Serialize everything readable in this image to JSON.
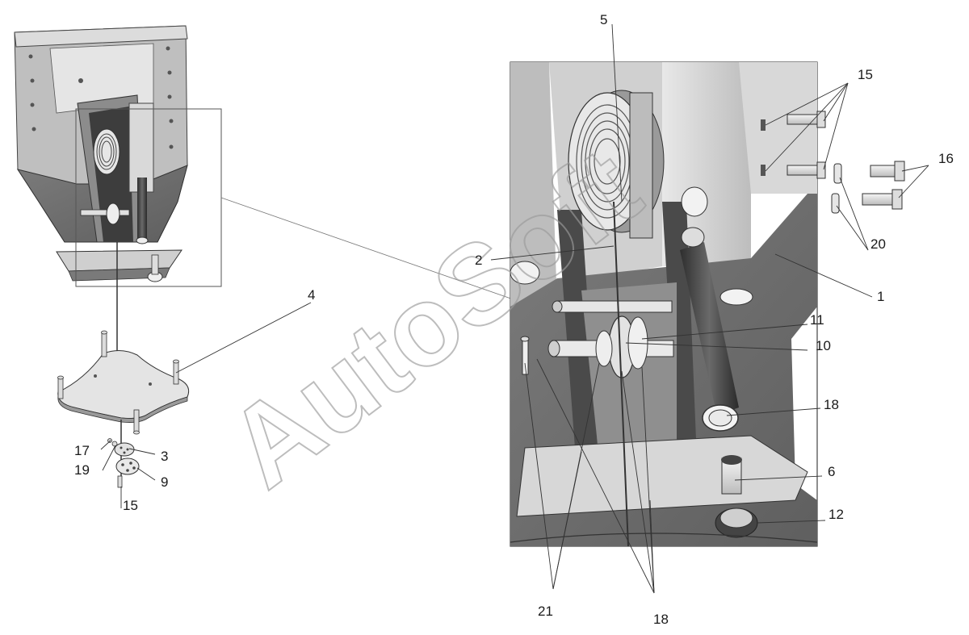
{
  "watermark": "AutoSoft",
  "corner_mark": "",
  "callouts": {
    "c1": "1",
    "c2": "2",
    "c3": "3",
    "c4": "4",
    "c5": "5",
    "c6": "6",
    "c9": "9",
    "c10": "10",
    "c11": "11",
    "c12": "12",
    "c15_top": "15",
    "c15_bottom": "15",
    "c16": "16",
    "c17": "17",
    "c18_right": "18",
    "c18_bottom": "18",
    "c19": "19",
    "c20": "20",
    "c21": "21"
  },
  "colors": {
    "frame_dark": "#6f6f6f",
    "frame_mid": "#a9a9a9",
    "frame_light": "#d6d6d6",
    "part_white": "#eeeeee",
    "line": "#333333"
  }
}
